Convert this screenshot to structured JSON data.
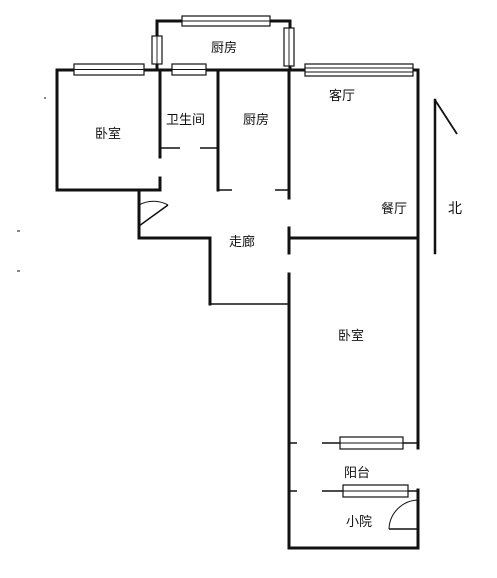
{
  "rooms": {
    "kitchen_top": "厨房",
    "living_room": "客厅",
    "bedroom_left": "卧室",
    "bathroom": "卫生间",
    "kitchen": "厨房",
    "dining_room": "餐厅",
    "corridor": "走廊",
    "bedroom_main": "卧室",
    "balcony": "阳台",
    "small_yard": "小院"
  },
  "compass": {
    "north": "北"
  },
  "colors": {
    "wall": "#111111",
    "background": "#ffffff"
  }
}
